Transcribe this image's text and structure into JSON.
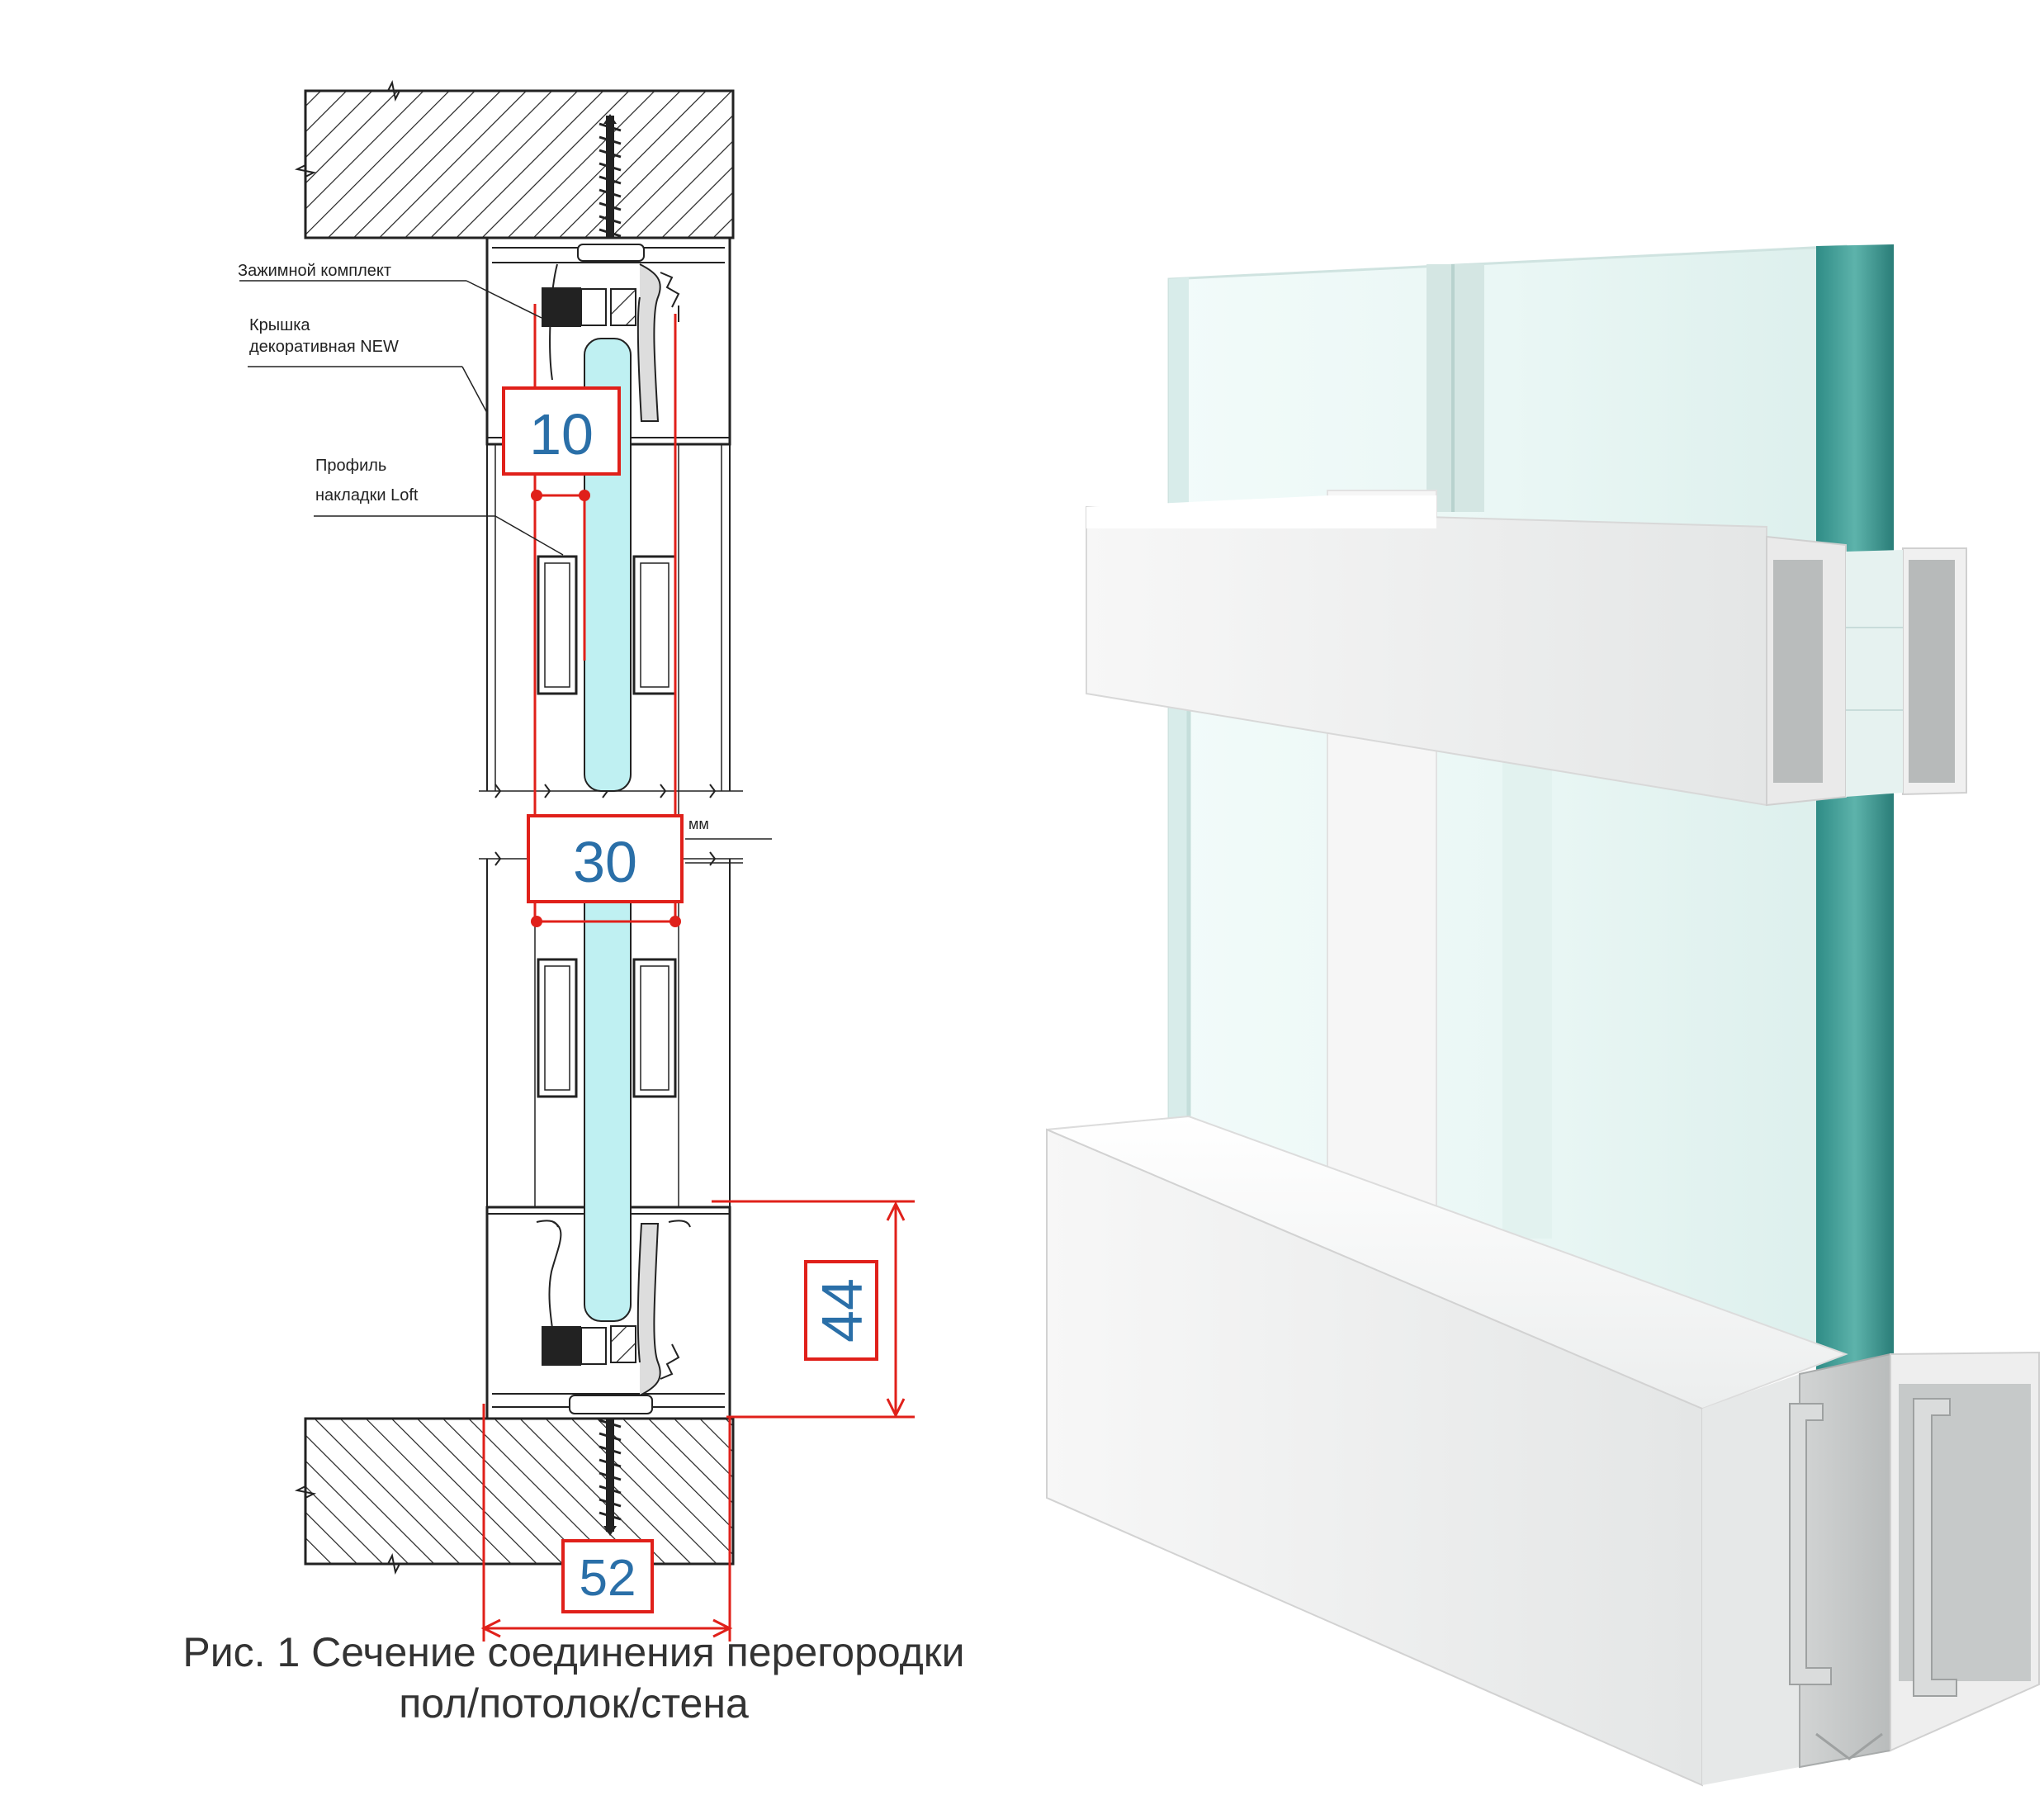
{
  "labels": {
    "clamp_kit": "Зажимной комплект",
    "cover_line1": "Крышка",
    "cover_line2": "декоративная NEW",
    "profile_line1": "Профиль",
    "profile_line2": "накладки Loft",
    "mm": "мм"
  },
  "dimensions": {
    "d10": "10",
    "d30": "30",
    "d44": "44",
    "d52": "52"
  },
  "caption": {
    "line1": "Рис. 1 Сечение соединения перегородки",
    "line2": "пол/потолок/стена"
  },
  "colors": {
    "dimension_red": "#e0201a",
    "dimension_text": "#2a6fa8",
    "glass_cyan": "#bff0f2"
  }
}
